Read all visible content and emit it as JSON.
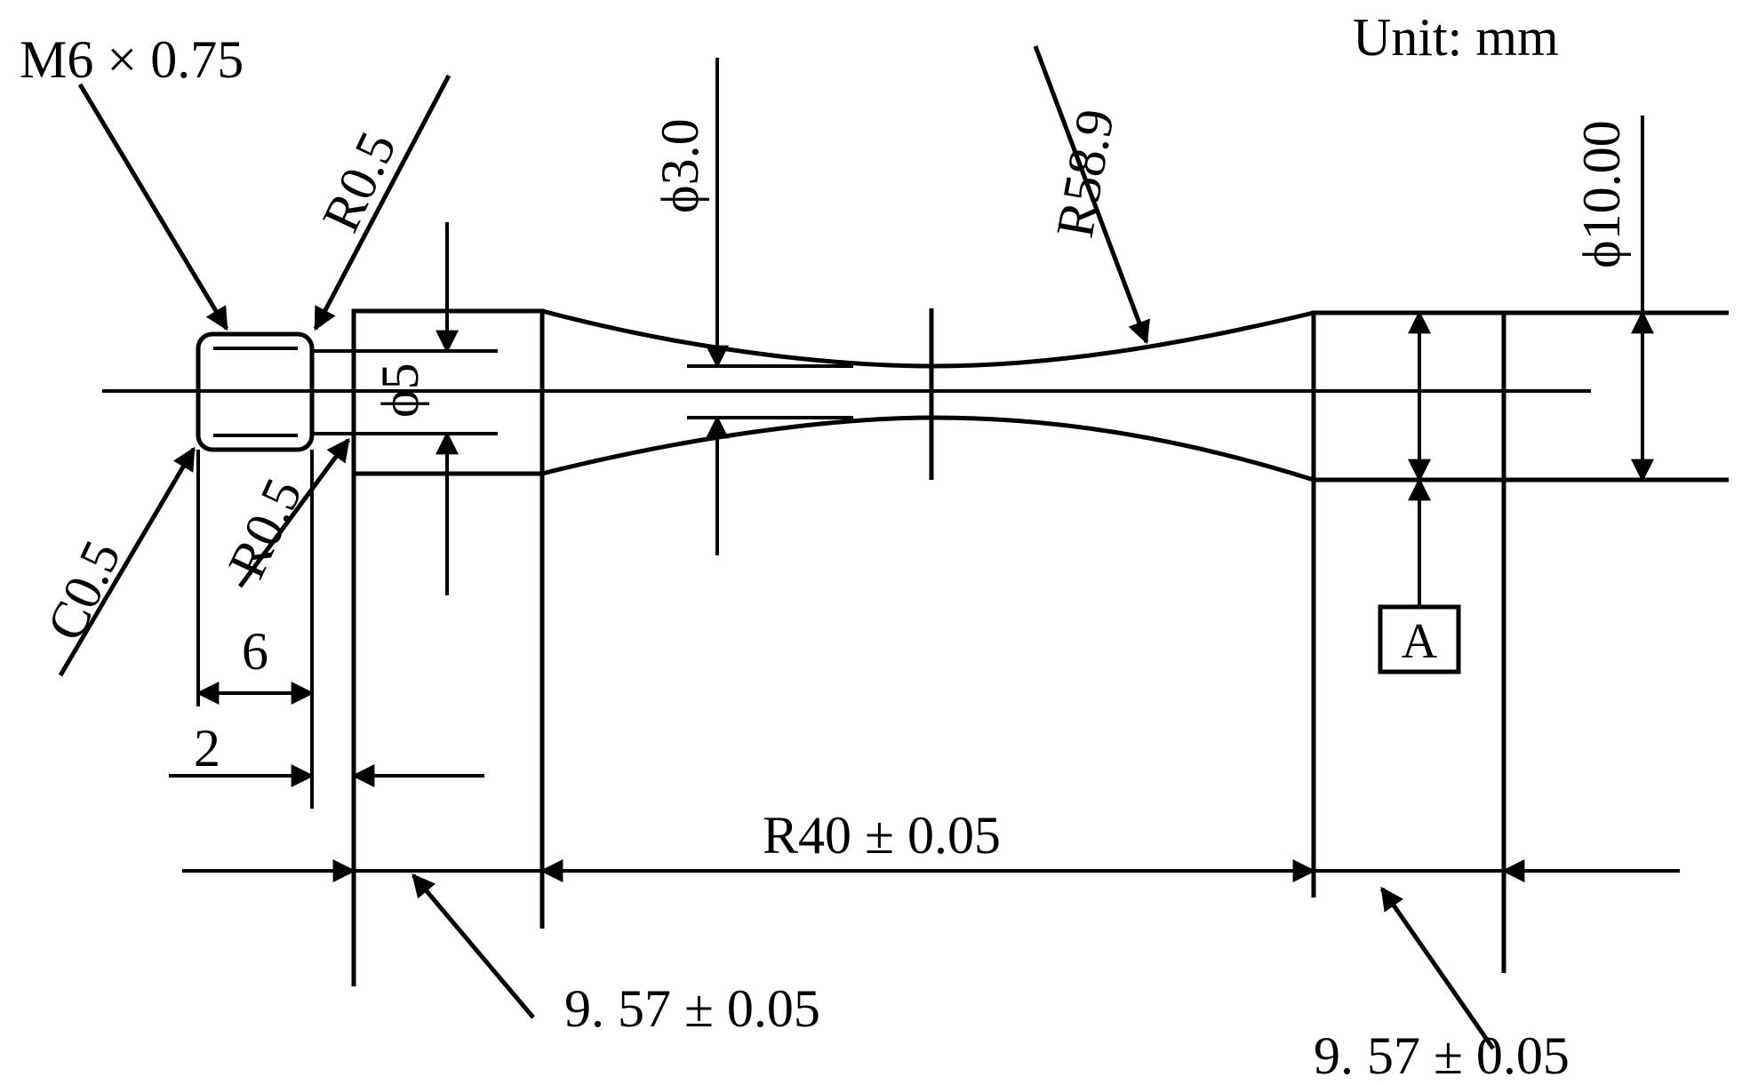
{
  "diagram": {
    "unit_label": "Unit: mm",
    "labels": {
      "thread": "M6 × 0.75",
      "radius_top": "R0.5",
      "radius_bottom": "R0.5",
      "chamfer": "C0.5",
      "dia_5": "ϕ5",
      "dia_3": "ϕ3.0",
      "radius_58_9": "R58.9",
      "dia_10": "ϕ10.00",
      "len_6": "6",
      "len_2": "2",
      "radius_40": "R40 ± 0.05",
      "len_left": "9. 57 ± 0.05",
      "len_right": "9. 57 ± 0.05",
      "datum": "A"
    }
  }
}
